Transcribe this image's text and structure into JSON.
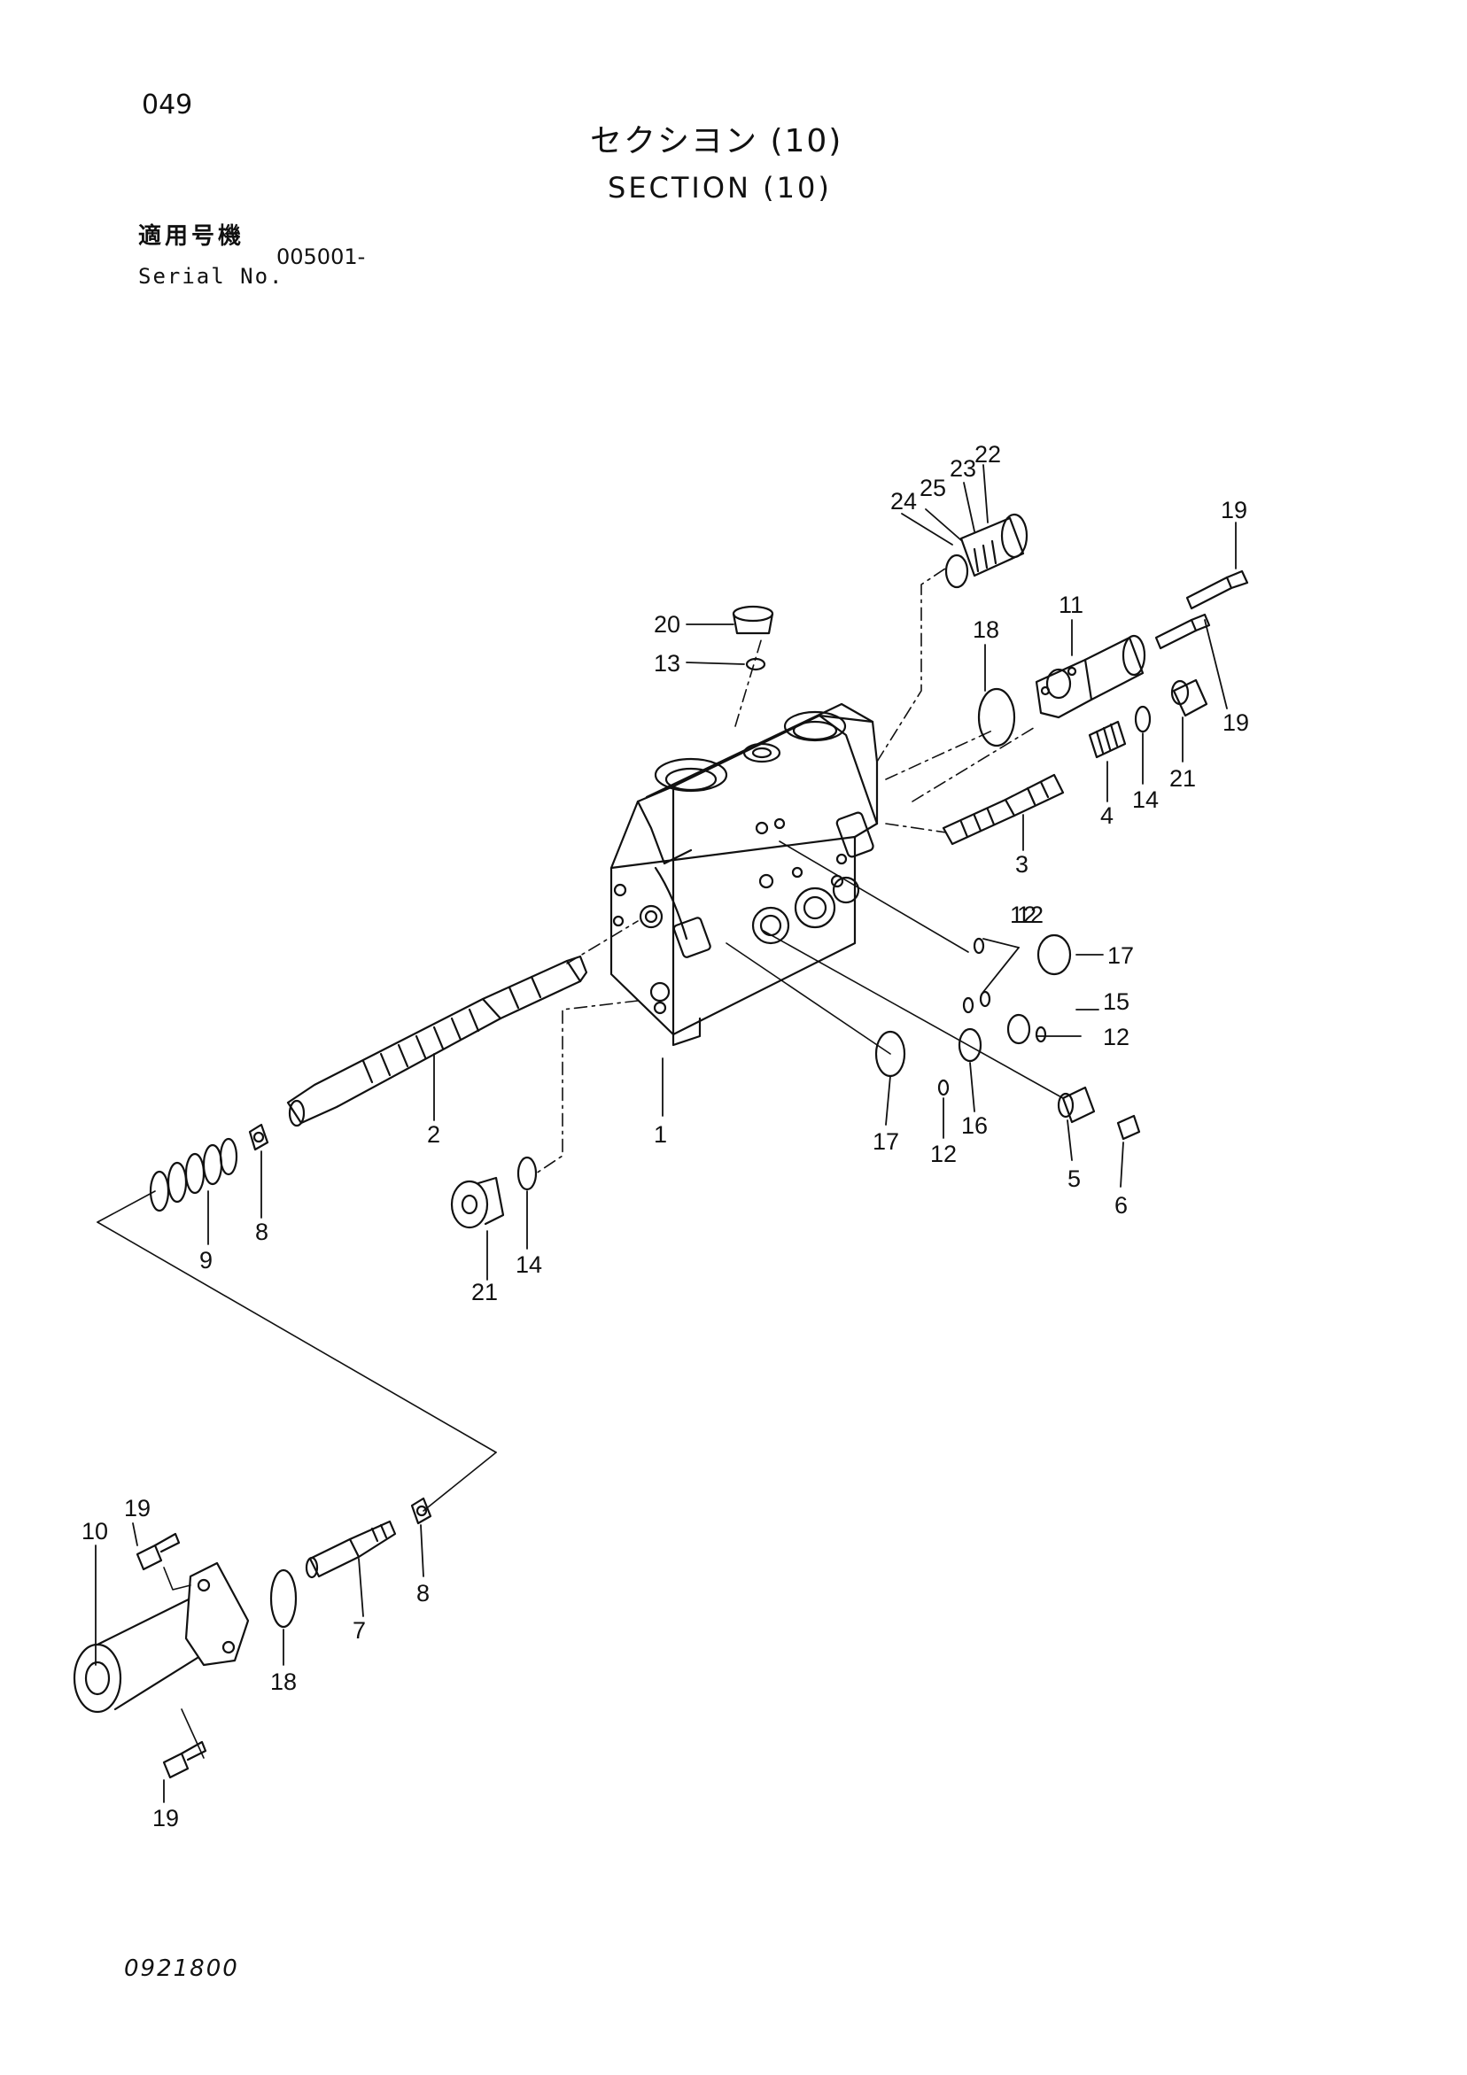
{
  "header": {
    "page_number": "049",
    "title_jp": "セクシヨン (10)",
    "title_en": "SECTION (10)",
    "serial_label_jp": "適用号機",
    "serial_label_en": "Serial No.",
    "serial_value": "005001-"
  },
  "footer": {
    "drawing_number": "0921800"
  },
  "diagram": {
    "callouts": [
      "1",
      "2",
      "3",
      "4",
      "5",
      "6",
      "7",
      "8",
      "8",
      "9",
      "10",
      "11",
      "12",
      "12",
      "12",
      "12",
      "13",
      "14",
      "14",
      "15",
      "16",
      "17",
      "17",
      "18",
      "18",
      "19",
      "19",
      "19",
      "19",
      "20",
      "21",
      "21",
      "22",
      "23",
      "24",
      "25"
    ]
  },
  "icons": {
    "housing": "valve-housing-icon",
    "spool": "spool-icon",
    "spring": "spring-icon",
    "oring": "o-ring-icon",
    "plug": "plug-icon",
    "bolt": "bolt-icon",
    "cap": "cap-icon"
  },
  "colors": {
    "ink": "#111111",
    "paper": "#ffffff"
  }
}
